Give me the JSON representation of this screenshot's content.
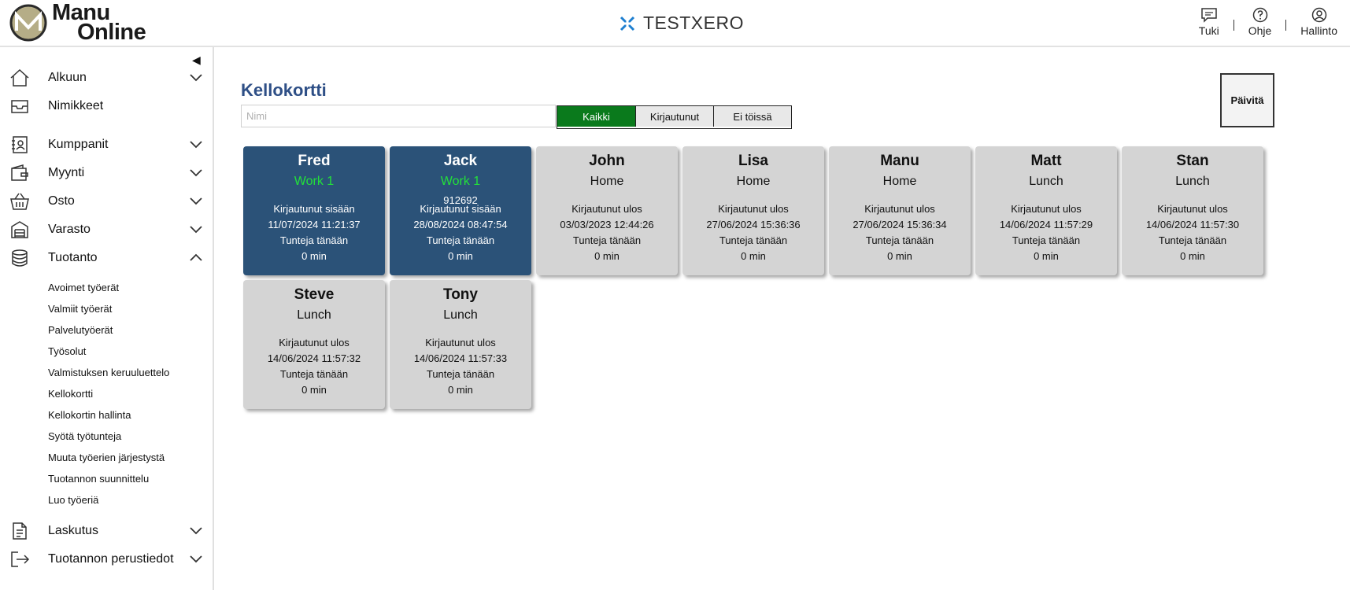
{
  "header": {
    "logo_line1": "Manu",
    "logo_line2": "Online",
    "tenant": "TESTXERO",
    "actions": [
      {
        "label": "Tuki",
        "icon": "chat-icon"
      },
      {
        "label": "Ohje",
        "icon": "help-icon"
      },
      {
        "label": "Hallinto",
        "icon": "user-icon"
      }
    ]
  },
  "sidebar": {
    "items": [
      {
        "label": "Alkuun",
        "icon": "home-icon",
        "expandable": true
      },
      {
        "label": "Nimikkeet",
        "icon": "inbox-icon",
        "expandable": false
      },
      {
        "label": "Kumppanit",
        "icon": "contacts-icon",
        "expandable": true
      },
      {
        "label": "Myynti",
        "icon": "wallet-icon",
        "expandable": true
      },
      {
        "label": "Osto",
        "icon": "basket-icon",
        "expandable": true
      },
      {
        "label": "Varasto",
        "icon": "warehouse-icon",
        "expandable": true
      },
      {
        "label": "Tuotanto",
        "icon": "database-icon",
        "expandable": true,
        "expanded": true
      },
      {
        "label": "Laskutus",
        "icon": "document-icon",
        "expandable": true
      },
      {
        "label": "Tuotannon perustiedot",
        "icon": "exit-icon",
        "expandable": true
      }
    ],
    "tuotanto_subitems": [
      "Avoimet työerät",
      "Valmiit työerät",
      "Palvelutyöerät",
      "Työsolut",
      "Valmistuksen keruuluettelo",
      "Kellokortti",
      "Kellokortin hallinta",
      "Syötä työtunteja",
      "Muuta työerien järjestystä",
      "Tuotannon suunnittelu",
      "Luo työeriä"
    ]
  },
  "main": {
    "title": "Kellokortti",
    "search_placeholder": "Nimi",
    "filters": [
      "Kaikki",
      "Kirjautunut",
      "Ei töissä"
    ],
    "active_filter": "Kaikki",
    "refresh_label": "Päivitä"
  },
  "cards": [
    {
      "name": "Fred",
      "status": "Work 1",
      "job": "",
      "state": "Kirjautunut sisään",
      "time": "11/07/2024 11:21:37",
      "hours_label": "Tunteja tänään",
      "hours": "0 min",
      "logged_in": true
    },
    {
      "name": "Jack",
      "status": "Work 1",
      "job": "912692",
      "state": "Kirjautunut sisään",
      "time": "28/08/2024 08:47:54",
      "hours_label": "Tunteja tänään",
      "hours": "0 min",
      "logged_in": true
    },
    {
      "name": "John",
      "status": "Home",
      "job": "",
      "state": "Kirjautunut ulos",
      "time": "03/03/2023 12:44:26",
      "hours_label": "Tunteja tänään",
      "hours": "0 min",
      "logged_in": false
    },
    {
      "name": "Lisa",
      "status": "Home",
      "job": "",
      "state": "Kirjautunut ulos",
      "time": "27/06/2024 15:36:36",
      "hours_label": "Tunteja tänään",
      "hours": "0 min",
      "logged_in": false
    },
    {
      "name": "Manu",
      "status": "Home",
      "job": "",
      "state": "Kirjautunut ulos",
      "time": "27/06/2024 15:36:34",
      "hours_label": "Tunteja tänään",
      "hours": "0 min",
      "logged_in": false
    },
    {
      "name": "Matt",
      "status": "Lunch",
      "job": "",
      "state": "Kirjautunut ulos",
      "time": "14/06/2024 11:57:29",
      "hours_label": "Tunteja tänään",
      "hours": "0 min",
      "logged_in": false
    },
    {
      "name": "Stan",
      "status": "Lunch",
      "job": "",
      "state": "Kirjautunut ulos",
      "time": "14/06/2024 11:57:30",
      "hours_label": "Tunteja tänään",
      "hours": "0 min",
      "logged_in": false
    },
    {
      "name": "Steve",
      "status": "Lunch",
      "job": "",
      "state": "Kirjautunut ulos",
      "time": "14/06/2024 11:57:32",
      "hours_label": "Tunteja tänään",
      "hours": "0 min",
      "logged_in": false
    },
    {
      "name": "Tony",
      "status": "Lunch",
      "job": "",
      "state": "Kirjautunut ulos",
      "time": "14/06/2024 11:57:33",
      "hours_label": "Tunteja tänään",
      "hours": "0 min",
      "logged_in": false
    }
  ],
  "colors": {
    "title": "#2e4f86",
    "card_in": "#2b5278",
    "card_out": "#d4d4d4",
    "status_in": "#23e03a",
    "filter_active": "#0a7a1c"
  }
}
